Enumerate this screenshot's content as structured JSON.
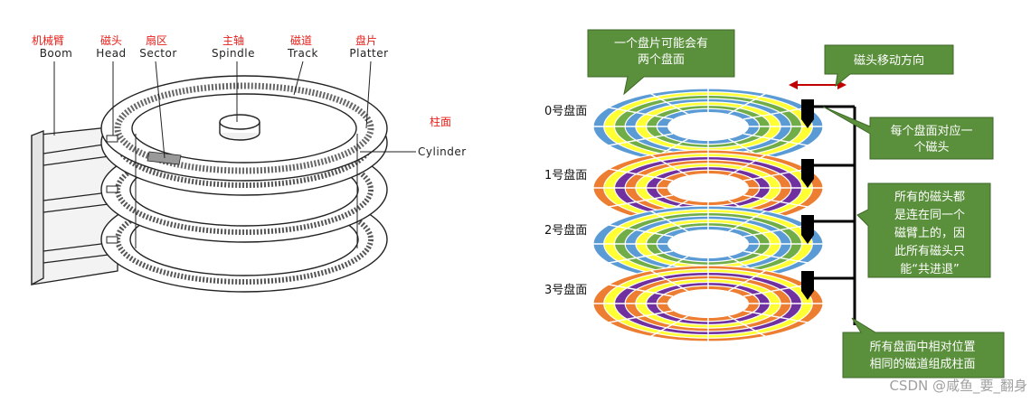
{
  "left_diagram": {
    "labels": [
      {
        "cn": "机械臂",
        "en": "Boom"
      },
      {
        "cn": "磁头",
        "en": "Head"
      },
      {
        "cn": "扇区",
        "en": "Sector"
      },
      {
        "cn": "主轴",
        "en": "Spindle"
      },
      {
        "cn": "磁道",
        "en": "Track"
      },
      {
        "cn": "盘片",
        "en": "Platter"
      }
    ],
    "cylinder_cn": "柱面",
    "cylinder_en": "Cylinder"
  },
  "right_diagram": {
    "platter_labels": [
      "0号盘面",
      "1号盘面",
      "2号盘面",
      "3号盘面"
    ],
    "callouts": [
      {
        "lines": [
          "一个盘片可能会有",
          "两个盘面"
        ]
      },
      {
        "lines": [
          "磁头移动方向"
        ]
      },
      {
        "lines": [
          "每个盘面对应一",
          "个磁头"
        ]
      },
      {
        "lines": [
          "所有的磁头都",
          "是连在同一个",
          "磁臂上的，因",
          "此所有磁头只",
          "能“共进退”"
        ]
      },
      {
        "lines": [
          "所有盘面中相对位置",
          "相同的磁道组成柱面"
        ]
      }
    ],
    "colors": {
      "callout_fill": "#5a8f3b",
      "blue": "#5b9bd5",
      "yellow": "#ffff33",
      "green": "#70ad47",
      "orange": "#ed7d31",
      "purple": "#7030a0",
      "arrow_red": "#c00000"
    }
  },
  "watermark": "CSDN @咸鱼_要_翻身"
}
